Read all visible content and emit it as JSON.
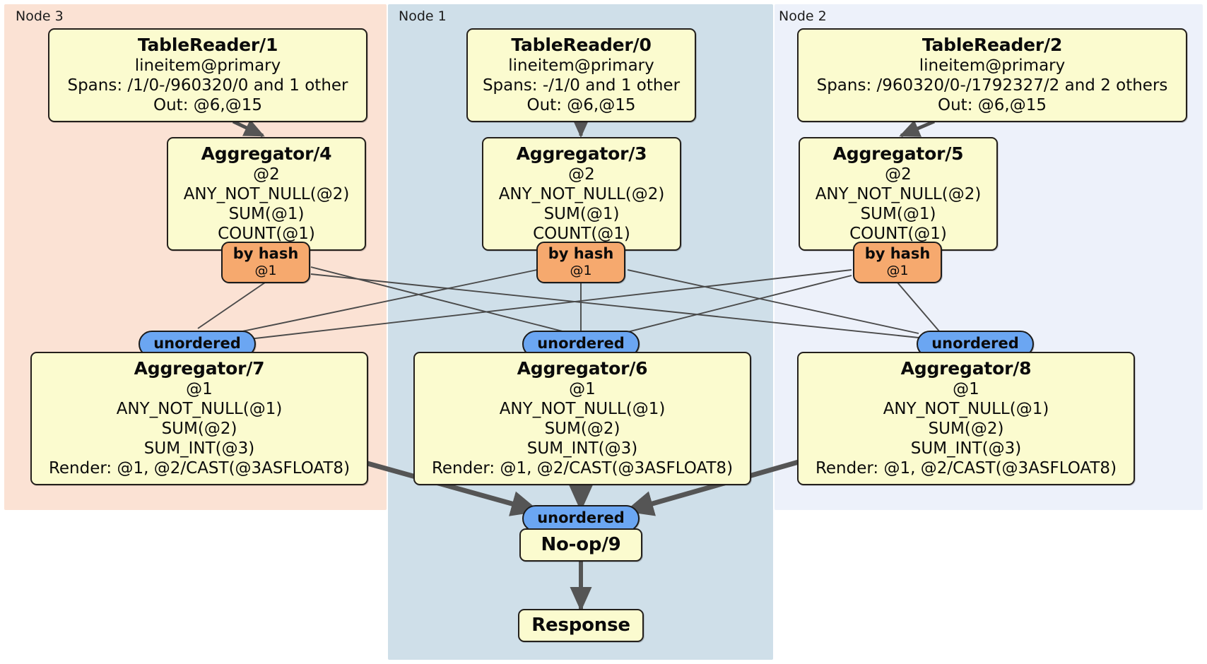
{
  "diagram": {
    "type": "distributed-query-plan",
    "colors": {
      "node3_panel": "#fbe2d4",
      "node1_panel": "#cfdfe9",
      "node2_panel": "#edf1fa",
      "processor_fill": "#fbfbcf",
      "processor_stroke": "#24201c",
      "hash_badge_fill": "#f6a96e",
      "unordered_badge_fill": "#6ba6f2",
      "thin_edge": "#4a4a4a",
      "thick_edge": "#555555"
    }
  },
  "panels": [
    {
      "id": "node3",
      "label": "Node 3"
    },
    {
      "id": "node1",
      "label": "Node 1"
    },
    {
      "id": "node2",
      "label": "Node 2"
    }
  ],
  "processors": {
    "table_reader_1": {
      "title": "TableReader/1",
      "lines": [
        "lineitem@primary",
        "Spans: /1/0-/960320/0 and 1 other",
        "Out: @6,@15"
      ]
    },
    "table_reader_0": {
      "title": "TableReader/0",
      "lines": [
        "lineitem@primary",
        "Spans: -/1/0 and 1 other",
        "Out: @6,@15"
      ]
    },
    "table_reader_2": {
      "title": "TableReader/2",
      "lines": [
        "lineitem@primary",
        "Spans: /960320/0-/1792327/2 and 2 others",
        "Out: @6,@15"
      ]
    },
    "aggregator_4": {
      "title": "Aggregator/4",
      "lines": [
        "@2",
        "ANY_NOT_NULL(@2)",
        "SUM(@1)",
        "COUNT(@1)"
      ]
    },
    "aggregator_3": {
      "title": "Aggregator/3",
      "lines": [
        "@2",
        "ANY_NOT_NULL(@2)",
        "SUM(@1)",
        "COUNT(@1)"
      ]
    },
    "aggregator_5": {
      "title": "Aggregator/5",
      "lines": [
        "@2",
        "ANY_NOT_NULL(@2)",
        "SUM(@1)",
        "COUNT(@1)"
      ]
    },
    "aggregator_7": {
      "title": "Aggregator/7",
      "lines": [
        "@1",
        "ANY_NOT_NULL(@1)",
        "SUM(@2)",
        "SUM_INT(@3)",
        "Render: @1, @2/CAST(@3ASFLOAT8)"
      ]
    },
    "aggregator_6": {
      "title": "Aggregator/6",
      "lines": [
        "@1",
        "ANY_NOT_NULL(@1)",
        "SUM(@2)",
        "SUM_INT(@3)",
        "Render: @1, @2/CAST(@3ASFLOAT8)"
      ]
    },
    "aggregator_8": {
      "title": "Aggregator/8",
      "lines": [
        "@1",
        "ANY_NOT_NULL(@1)",
        "SUM(@2)",
        "SUM_INT(@3)",
        "Render: @1, @2/CAST(@3ASFLOAT8)"
      ]
    },
    "noop_9": {
      "title": "No-op/9",
      "lines": []
    },
    "response": {
      "title": "Response",
      "lines": []
    }
  },
  "badges": {
    "hash_left": {
      "title": "by hash",
      "sub": "@1"
    },
    "hash_center": {
      "title": "by hash",
      "sub": "@1"
    },
    "hash_right": {
      "title": "by hash",
      "sub": "@1"
    },
    "unordered_left": {
      "title": "unordered"
    },
    "unordered_center": {
      "title": "unordered"
    },
    "unordered_right": {
      "title": "unordered"
    },
    "unordered_final": {
      "title": "unordered"
    }
  }
}
